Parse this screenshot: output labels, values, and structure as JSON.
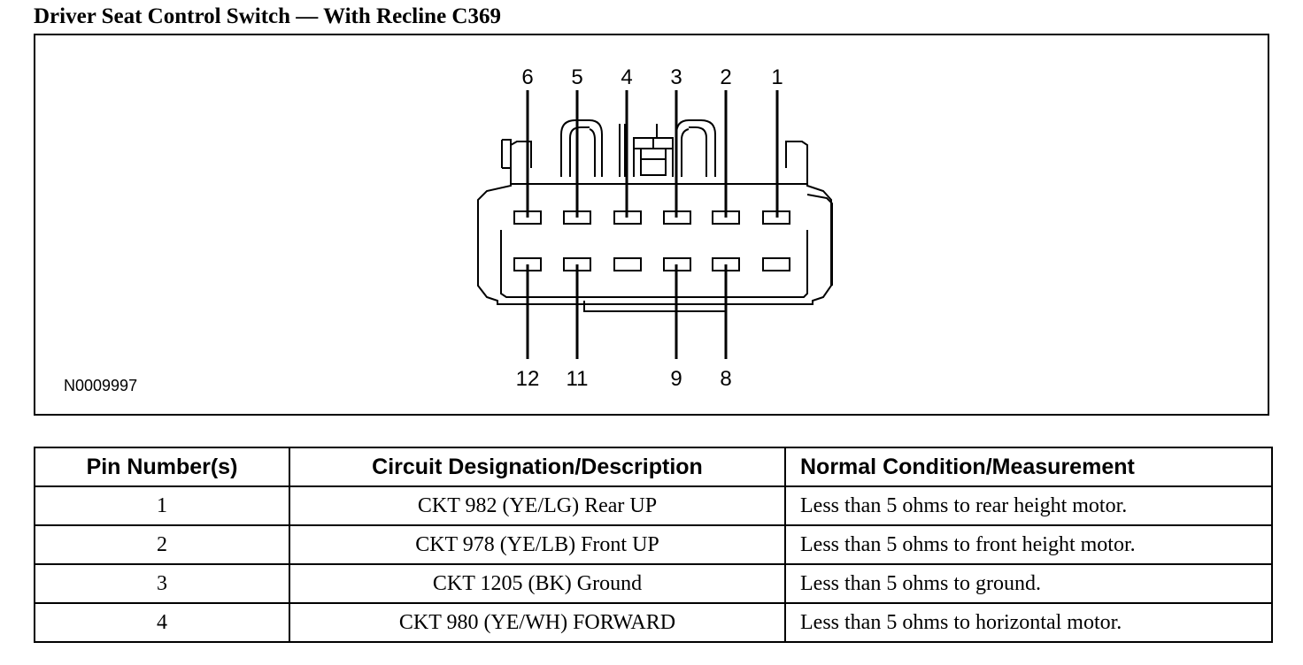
{
  "title": "Driver Seat Control Switch — With Recline C369",
  "figure": {
    "id": "N0009997",
    "top_pins": [
      "6",
      "5",
      "4",
      "3",
      "2",
      "1"
    ],
    "bottom_pins": [
      "12",
      "11",
      "9",
      "8"
    ]
  },
  "table": {
    "headers": [
      "Pin Number(s)",
      "Circuit Designation/Description",
      "Normal Condition/Measurement"
    ],
    "rows": [
      {
        "pin": "1",
        "circuit": "CKT 982 (YE/LG) Rear UP",
        "condition": "Less than 5 ohms to rear height motor."
      },
      {
        "pin": "2",
        "circuit": "CKT 978 (YE/LB) Front UP",
        "condition": "Less than 5 ohms to front height motor."
      },
      {
        "pin": "3",
        "circuit": "CKT 1205 (BK) Ground",
        "condition": "Less than 5 ohms to ground."
      },
      {
        "pin": "4",
        "circuit": "CKT 980 (YE/WH) FORWARD",
        "condition": "Less than 5 ohms to horizontal motor."
      }
    ]
  }
}
